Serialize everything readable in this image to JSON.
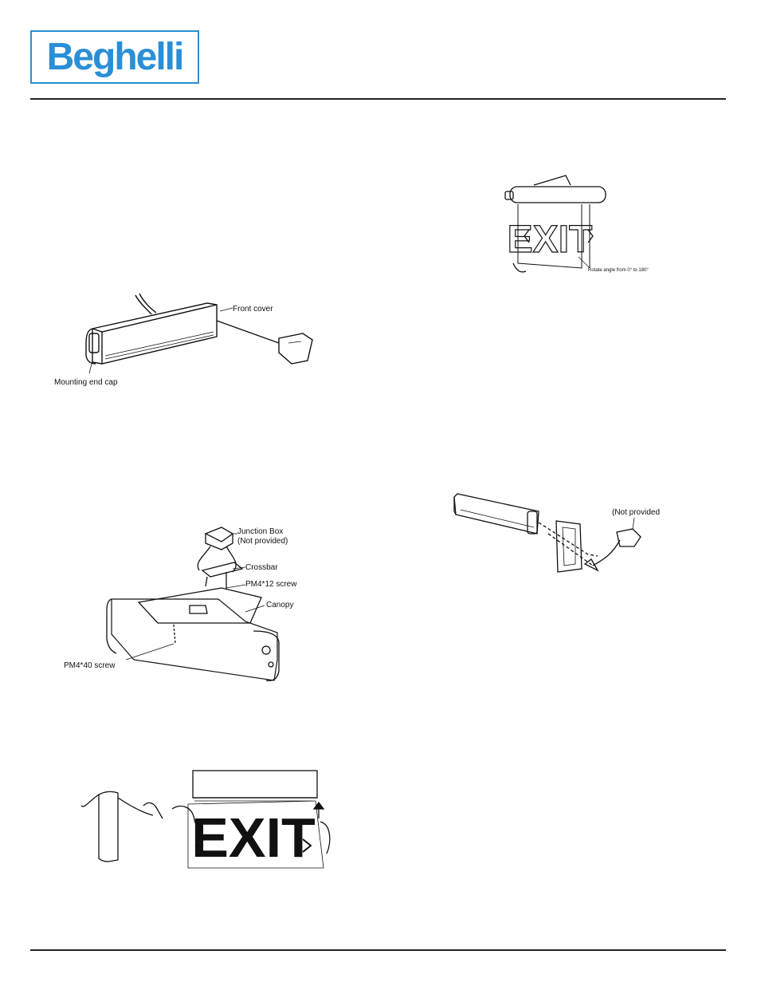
{
  "brand": {
    "logo_text": "Beghelli",
    "color": "#2a8fd6"
  },
  "figures": {
    "fig1": {
      "front_cover": "Front cover",
      "mounting_end_cap": "Mounting end cap"
    },
    "fig2": {
      "rotate_angle": "Rotate angle from 0° to 180°",
      "sign_text": "EXIT"
    },
    "fig3": {
      "junction_box": "Junction Box",
      "not_provided": "(Not provided)",
      "crossbar": "Crossbar",
      "screw_small": "PM4*12 screw",
      "canopy": "Canopy",
      "screw_large": "PM4*40 screw"
    },
    "fig4": {
      "not_provided": "(Not provided)"
    },
    "fig5": {
      "sign_text": "EXIT"
    }
  }
}
